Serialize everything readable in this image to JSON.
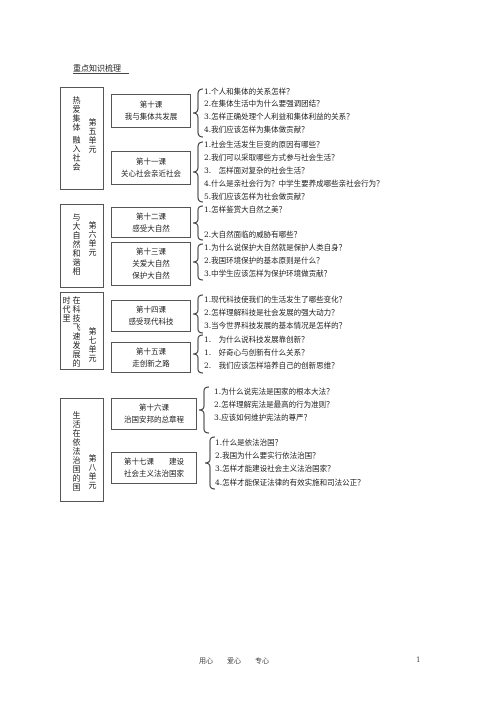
{
  "title": "重点知识梳理",
  "units": [
    {
      "col1": "热爱集体 融入社会",
      "col2": "第五单元"
    },
    {
      "col1": "与大自然和谐相",
      "col2": "第六单元"
    },
    {
      "col1": "在科技飞速发展的时代里",
      "col2": "第七单元"
    },
    {
      "col1": "生活在依法治国的国",
      "col2": "第八单元"
    }
  ],
  "lessons": [
    {
      "line1": "第十课",
      "line2": "我与集体共发展",
      "line3": ""
    },
    {
      "line1": "第十一课",
      "line2": "关心社会亲近社会",
      "line3": ""
    },
    {
      "line1": "第十二课",
      "line2": "感受大自然",
      "line3": ""
    },
    {
      "line1": "第十三课",
      "line2": "关爱大自然",
      "line3": "保护大自然"
    },
    {
      "line1": "第十四课",
      "line2": "感受现代科技",
      "line3": ""
    },
    {
      "line1": "第十五课",
      "line2": "走创新之路",
      "line3": ""
    },
    {
      "line1": "第十六课",
      "line2": "治国安邦的总章程",
      "line3": ""
    },
    {
      "line1": "第十七课　　建设",
      "line2": "社会主义法治国家",
      "line3": ""
    }
  ],
  "questions": [
    [
      "1.个人和集体的关系怎样？",
      "2.在集体生活中为什么要强调团结？",
      "3.怎样正确处理个人利益和集体利益的关系？",
      "4.我们应该怎样为集体做贡献？"
    ],
    [
      "1.社会生活发生巨变的原因有哪些？",
      "2.我们可以采取哪些方式参与社会生活？",
      "3.　怎样面对复杂的社会生活？",
      "4.什么是亲社会行为？中学生要养成哪些亲社会行为？",
      "5.我们应该怎样为社会做贡献？"
    ],
    [
      "1.怎样鉴赏大自然之美？",
      "2.大自然面临的威胁有哪些？"
    ],
    [
      "1.为什么说保护大自然就是保护人类自身？",
      "2.我国环境保护的基本原则是什么？",
      "3.中学生应该怎样为保护环境做贡献？"
    ],
    [
      "1.现代科技使我们的生活发生了哪些变化？",
      "2.怎样理解科技是社会发展的强大动力？",
      "3.当今世界科技发展的基本情况是怎样的？"
    ],
    [
      "1.　为什么说科技发展靠创新？",
      "1.　好奇心与创新有什么关系？",
      "2.　我们应该怎样培养自己的创新思维？"
    ],
    [
      "1.为什么说宪法是国家的根本大法？",
      "2.怎样理解宪法是最高的行为准则？",
      "3.应该如何维护宪法的尊严？"
    ],
    [
      "1.什么是依法治国？",
      "2.我国为什么要实行依法治国？",
      "3.怎样才能建设社会主义法治国家？",
      "4.怎样才能保证法律的有效实施和司法公正？"
    ]
  ],
  "footer": {
    "left": "用心　　爱心　　专心",
    "page": "1"
  }
}
